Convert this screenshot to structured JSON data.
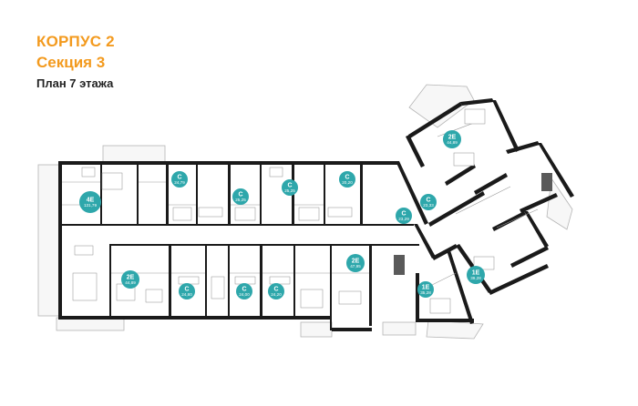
{
  "header": {
    "title": "КОРПУС 2",
    "section": "Секция 3",
    "floor": "План 7 этажа"
  },
  "colors": {
    "accent": "#f39a1e",
    "unit_badge": "#2ea7ab",
    "wall": "#1a1a1a"
  },
  "units": [
    {
      "type": "4E",
      "area": "131,79"
    },
    {
      "type": "С",
      "area": "24,79"
    },
    {
      "type": "С",
      "area": "25,25"
    },
    {
      "type": "С",
      "area": "25,25"
    },
    {
      "type": "С",
      "area": "20,20"
    },
    {
      "type": "С",
      "area": "23,29"
    },
    {
      "type": "С",
      "area": "23,33"
    },
    {
      "type": "2Е",
      "area": "44,89"
    },
    {
      "type": "2Е",
      "area": "44,89"
    },
    {
      "type": "С",
      "area": "24,80"
    },
    {
      "type": "С",
      "area": "24,00"
    },
    {
      "type": "С",
      "area": "24,20"
    },
    {
      "type": "2Е",
      "area": "47,95"
    },
    {
      "type": "1Е",
      "area": "35,28"
    },
    {
      "type": "1Е",
      "area": "39,28"
    }
  ]
}
